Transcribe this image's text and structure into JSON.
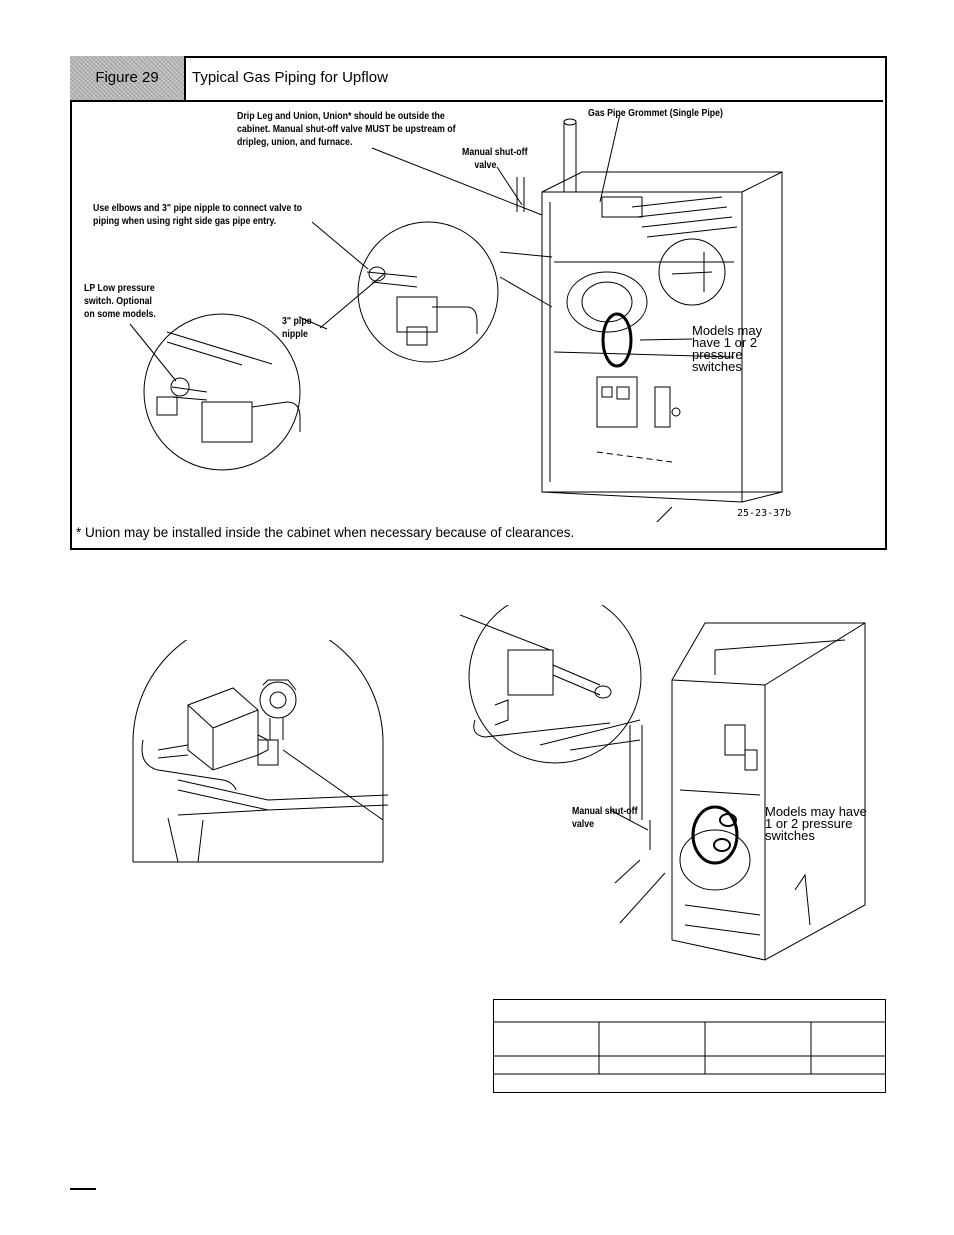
{
  "figure": {
    "tag": "Figure 29",
    "title": "Typical Gas Piping for Upflow",
    "callouts": {
      "drip_leg_1": "Drip Leg and Union, Union* should be outside the",
      "drip_leg_2": "cabinet. Manual shut-off valve MUST be upstream of",
      "drip_leg_3": "dripleg, union, and furnace.",
      "grommet": "Gas Pipe Grommet (Single Pipe)",
      "shutoff_1": "Manual shut-off",
      "shutoff_2": "valve",
      "elbows_1": "Use elbows and 3\" pipe nipple to connect valve to",
      "elbows_2": "piping when using right side gas pipe entry.",
      "lp_1": "LP Low pressure",
      "lp_2": "switch. Optional",
      "lp_3": "on some models.",
      "nipple_1": "3\" pipe",
      "nipple_2": "nipple",
      "models_1": "Models may",
      "models_2": "have 1 or 2",
      "models_3": "pressure",
      "models_4": "switches"
    },
    "drawing_code": "25-23-37b",
    "footnote": "* Union may be installed inside the cabinet when necessary because of clearances."
  },
  "lower_figure": {
    "shutoff_1": "Manual shut-off",
    "shutoff_2": "valve",
    "models_1": "Models may have",
    "models_2": "1 or 2 pressure",
    "models_3": "switches"
  }
}
